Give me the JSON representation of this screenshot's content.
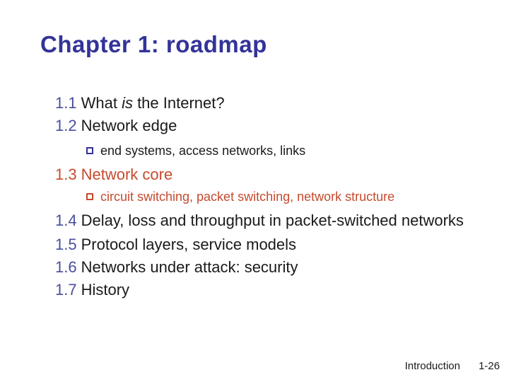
{
  "colors": {
    "title_blue": "#333399",
    "number_blue": "#4b4e9d",
    "accent_orange": "#c64a2e",
    "text_black": "#1a1a1a",
    "background": "#ffffff"
  },
  "slide": {
    "title": "Chapter 1: roadmap",
    "items": [
      {
        "number": "1.1",
        "before_italic": "What ",
        "italic": "is",
        "after_italic": " the Internet?"
      },
      {
        "number": "1.2",
        "text": "Network edge"
      },
      {
        "text": "end systems, access networks, links"
      },
      {
        "number": "1.3",
        "text": "Network core"
      },
      {
        "text": "circuit switching, packet switching, network structure"
      },
      {
        "number": "1.4",
        "text": "Delay, loss and throughput in packet-switched networks"
      },
      {
        "number": "1.5",
        "text": "Protocol layers, service models"
      },
      {
        "number": "1.6",
        "text": "Networks under attack: security"
      },
      {
        "number": "1.7",
        "text": "History"
      }
    ],
    "footer": {
      "section": "Introduction",
      "page": "1-26"
    }
  }
}
